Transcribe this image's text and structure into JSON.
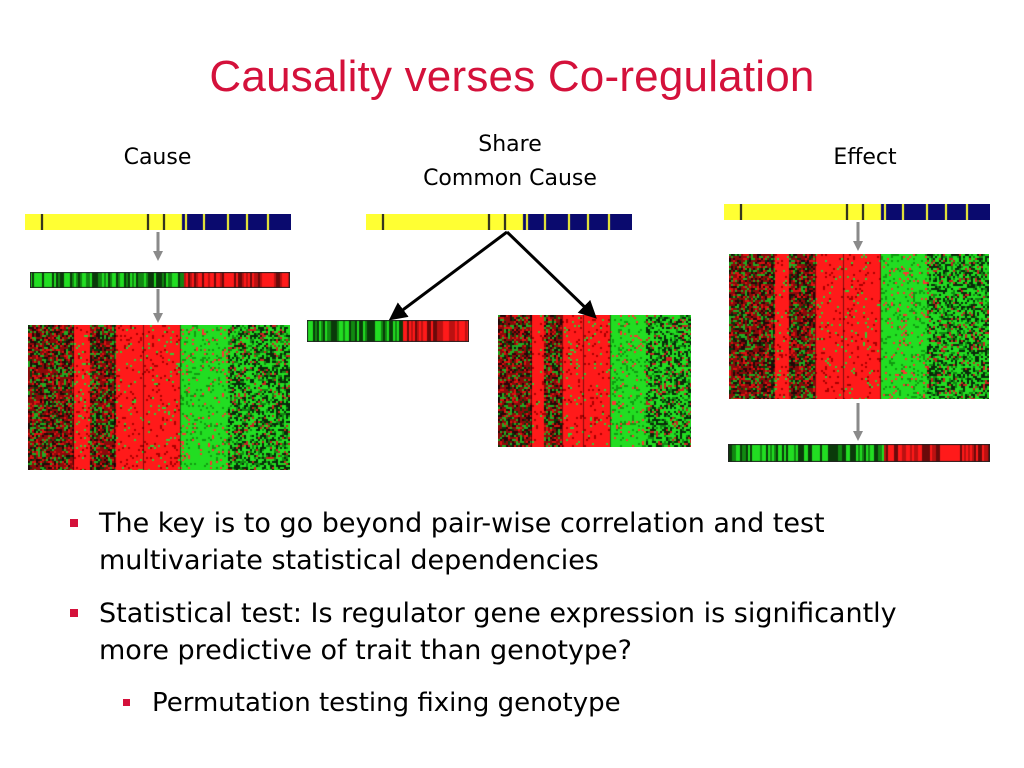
{
  "slide": {
    "title": "Causality verses Co-regulation"
  },
  "panels": {
    "cause": {
      "label": "Cause"
    },
    "common": {
      "label_line1": "Share",
      "label_line2": "Common Cause"
    },
    "effect": {
      "label": "Effect"
    }
  },
  "colors": {
    "title": "#d4113b",
    "genotype_yellow": "#ffff33",
    "genotype_navy": "#0a0a6e",
    "arrow_gray": "#8a8a8a",
    "arrow_black": "#000000",
    "heat_red": "#ff1a1a",
    "heat_green": "#22dd22",
    "bullet": "#d4113b"
  },
  "bullets": [
    {
      "level": 1,
      "lines": [
        "The key is to go beyond pair-wise correlation and test",
        "multivariate statistical dependencies"
      ]
    },
    {
      "level": 1,
      "lines": [
        "Statistical test: Is regulator gene expression is significantly",
        "more predictive of trait than genotype?"
      ]
    },
    {
      "level": 2,
      "lines": [
        "Permutation testing fixing genotype"
      ]
    }
  ]
}
